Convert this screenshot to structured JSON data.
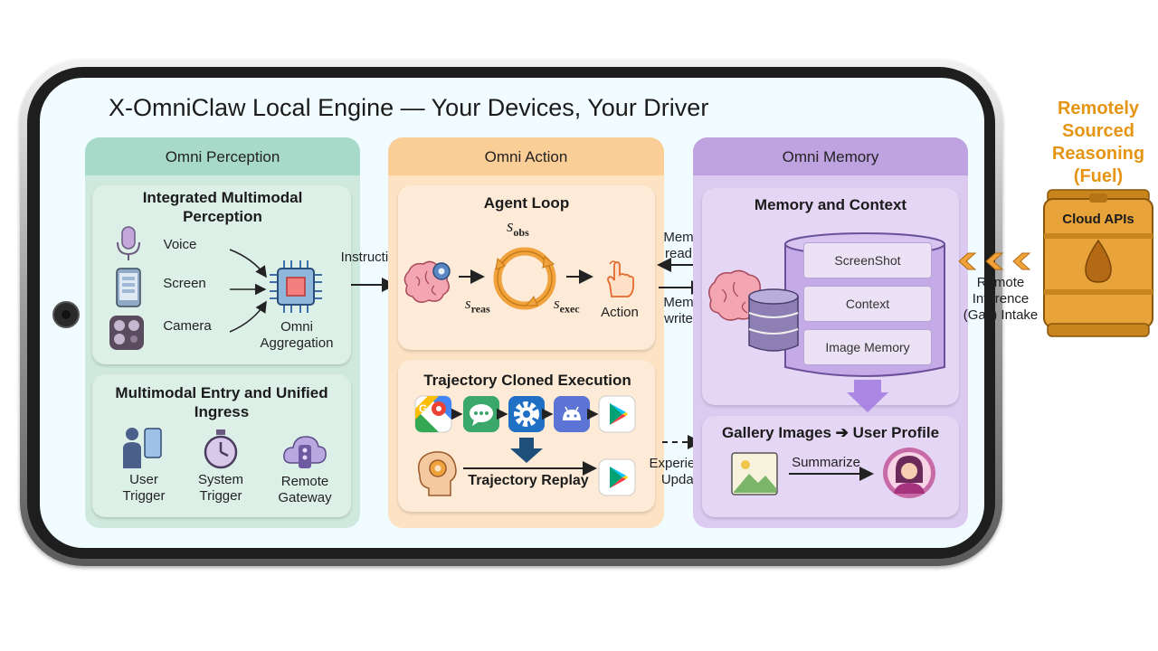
{
  "title": "X-OmniClaw Local Engine — Your Devices, Your Driver",
  "perception": {
    "header": "Omni Perception",
    "card1_title": "Integrated Multimodal Perception",
    "inputs": [
      "Voice",
      "Screen",
      "Camera"
    ],
    "aggregation": "Omni Aggregation",
    "card2_title": "Multimodal Entry and Unified Ingress",
    "triggers": [
      "User Trigger",
      "System Trigger",
      "Remote Gateway"
    ]
  },
  "instructions_label": "Instructions",
  "action": {
    "header": "Omni Action",
    "agent_loop_title": "Agent Loop",
    "s_obs": "obs",
    "s_reas": "reas",
    "s_exec": "exec",
    "action_label": "Action",
    "trajectory_title": "Trajectory Cloned Execution",
    "replay_label": "Trajectory Replay"
  },
  "mem_read": "Mem read",
  "mem_write": "Mem write",
  "experience_update": "Experience Update",
  "memory": {
    "header": "Omni Memory",
    "context_title": "Memory and Context",
    "rows": [
      "ScreenShot",
      "Context",
      "Image Memory"
    ],
    "gallery_title": "Gallery Images ➔ User Profile",
    "summarize": "Summarize"
  },
  "remote_inference": "Remote Inference (Gas) Intake",
  "fuel_label": "Remotely Sourced Reasoning (Fuel)",
  "barrel_label": "Cloud APIs",
  "colors": {
    "perception_bg": "#cfe9de",
    "perception_head": "#a8dac9",
    "action_bg": "#fde3c4",
    "action_head": "#fbcd97",
    "memory_bg": "#dccaf0",
    "memory_head": "#bfa3e0",
    "fuel": "#e59513"
  }
}
